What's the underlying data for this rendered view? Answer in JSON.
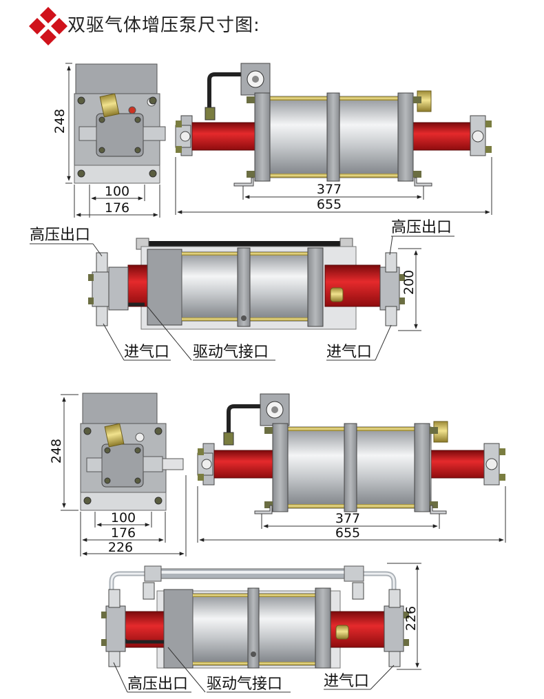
{
  "title": "双驱气体增压泵尺寸图:",
  "top_side": {
    "height": "248",
    "w1": "100",
    "w2": "176"
  },
  "top_front": {
    "w1": "377",
    "w2": "655"
  },
  "top_plan": {
    "label_hp": "高压出口",
    "label_hp_r": "高压出口",
    "dim": "200",
    "label_in_l": "进气口",
    "label_drive": "驱动气接口",
    "label_in_r": "进气口"
  },
  "bot_side": {
    "height": "248",
    "w1": "100",
    "w2": "176",
    "w3": "226"
  },
  "bot_front": {
    "w1": "377",
    "w2": "655"
  },
  "bot_plan": {
    "dim": "226",
    "label_hp": "高压出口",
    "label_drive": "驱动气接口",
    "label_in": "进气口"
  },
  "colors": {
    "accent": "#d0121b",
    "red_cyl": "#c81416",
    "metal": "#b9bcc0",
    "brass": "#d9c25a"
  }
}
